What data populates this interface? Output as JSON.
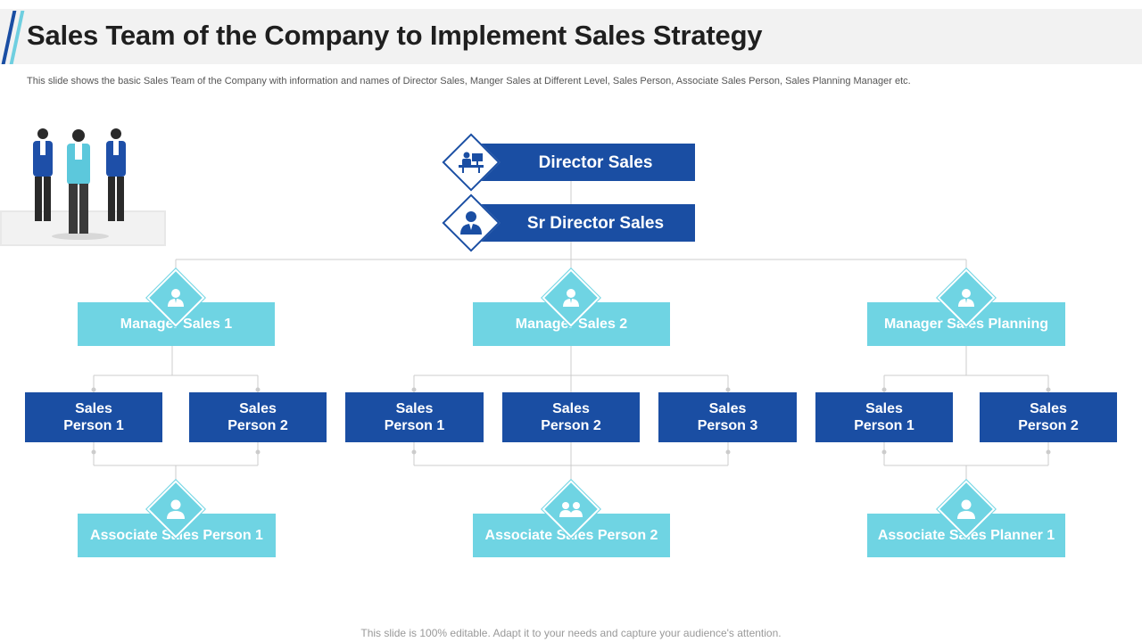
{
  "header": {
    "title": "Sales Team of the Company to Implement Sales Strategy",
    "subtitle": "This slide shows the basic Sales Team of the Company with information and names of Director Sales, Manger Sales at Different Level, Sales Person, Associate Sales Person, Sales Planning Manager etc."
  },
  "org": {
    "director": "Director Sales",
    "sr_director": "Sr Director Sales",
    "managers": [
      "Manager Sales 1",
      "Manager Sales 2",
      "Manager Sales Planning"
    ],
    "sales_persons_1": [
      "Sales\nPerson 1",
      "Sales\nPerson 2"
    ],
    "sales_persons_2": [
      "Sales\nPerson 1",
      "Sales\nPerson 2",
      "Sales\nPerson 3"
    ],
    "sales_persons_3": [
      "Sales\nPerson 1",
      "Sales\nPerson 2"
    ],
    "associates": [
      "Associate Sales Person 1",
      "Associate Sales Person 2",
      "Associate Sales Planner 1"
    ]
  },
  "icons": [
    "desk-worker-icon",
    "businessman-icon",
    "user-icon",
    "user-icon",
    "user-icon",
    "person-icon",
    "group-icon",
    "person-icon"
  ],
  "colors": {
    "dark": "#1a4ea3",
    "light": "#6fd4e3",
    "connector": "#cccccc"
  },
  "footer": "This slide is 100% editable. Adapt it to your needs and capture your audience's attention."
}
